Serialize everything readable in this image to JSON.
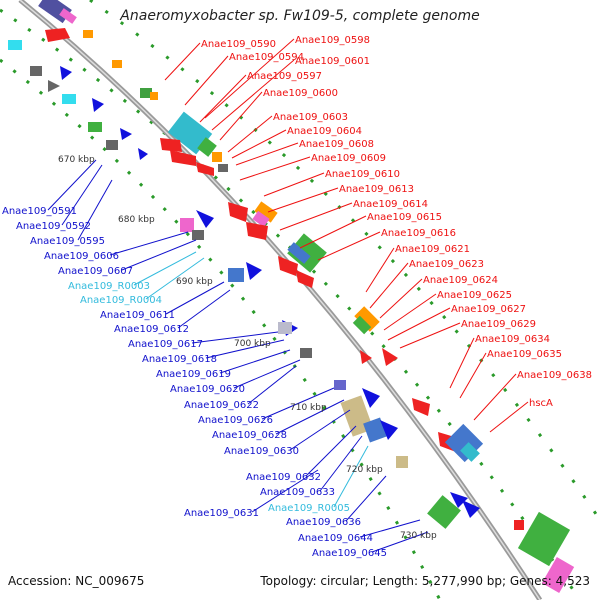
{
  "title": "Anaeromyxobacter sp. Fw109-5, complete genome",
  "footer": {
    "accession": "Accession: NC_009675",
    "topology": "Topology: circular; Length: 5,277,990 bp; Genes: 4,523"
  },
  "ticks": [
    "670 kbp",
    "680 kbp",
    "690 kbp",
    "700 kbp",
    "710 kbp",
    "720 kbp",
    "730 kbp"
  ],
  "colors": {
    "forward_label": "#ee1111",
    "reverse_label": "#1111cc",
    "rna_label": "#33bbdd",
    "backbone": "#888888"
  },
  "labels_right": [
    "Anae109_0590",
    "Anae109_0598",
    "Anae109_0594",
    "Anae109_0601",
    "Anae109_0597",
    "Anae109_0600",
    "Anae109_0603",
    "Anae109_0604",
    "Anae109_0608",
    "Anae109_0609",
    "Anae109_0610",
    "Anae109_0613",
    "Anae109_0614",
    "Anae109_0615",
    "Anae109_0616",
    "Anae109_0621",
    "Anae109_0623",
    "Anae109_0624",
    "Anae109_0625",
    "Anae109_0627",
    "Anae109_0629",
    "Anae109_0634",
    "Anae109_0635",
    "Anae109_0638",
    "hscA"
  ],
  "labels_left": [
    {
      "text": "Anae109_0591",
      "type": "gene"
    },
    {
      "text": "Anae109_0592",
      "type": "gene"
    },
    {
      "text": "Anae109_0595",
      "type": "gene"
    },
    {
      "text": "Anae109_0606",
      "type": "gene"
    },
    {
      "text": "Anae109_0607",
      "type": "gene"
    },
    {
      "text": "Anae109_R0003",
      "type": "rna"
    },
    {
      "text": "Anae109_R0004",
      "type": "rna"
    },
    {
      "text": "Anae109_0611",
      "type": "gene"
    },
    {
      "text": "Anae109_0612",
      "type": "gene"
    },
    {
      "text": "Anae109_0617",
      "type": "gene"
    },
    {
      "text": "Anae109_0618",
      "type": "gene"
    },
    {
      "text": "Anae109_0619",
      "type": "gene"
    },
    {
      "text": "Anae109_0620",
      "type": "gene"
    },
    {
      "text": "Anae109_0622",
      "type": "gene"
    },
    {
      "text": "Anae109_0626",
      "type": "gene"
    },
    {
      "text": "Anae109_0628",
      "type": "gene"
    },
    {
      "text": "Anae109_0630",
      "type": "gene"
    },
    {
      "text": "Anae109_0632",
      "type": "gene"
    },
    {
      "text": "Anae109_0633",
      "type": "gene"
    },
    {
      "text": "Anae109_R0005",
      "type": "rna"
    },
    {
      "text": "Anae109_0636",
      "type": "gene"
    },
    {
      "text": "Anae109_0631",
      "type": "gene"
    },
    {
      "text": "Anae109_0644",
      "type": "gene"
    },
    {
      "text": "Anae109_0645",
      "type": "gene"
    }
  ]
}
